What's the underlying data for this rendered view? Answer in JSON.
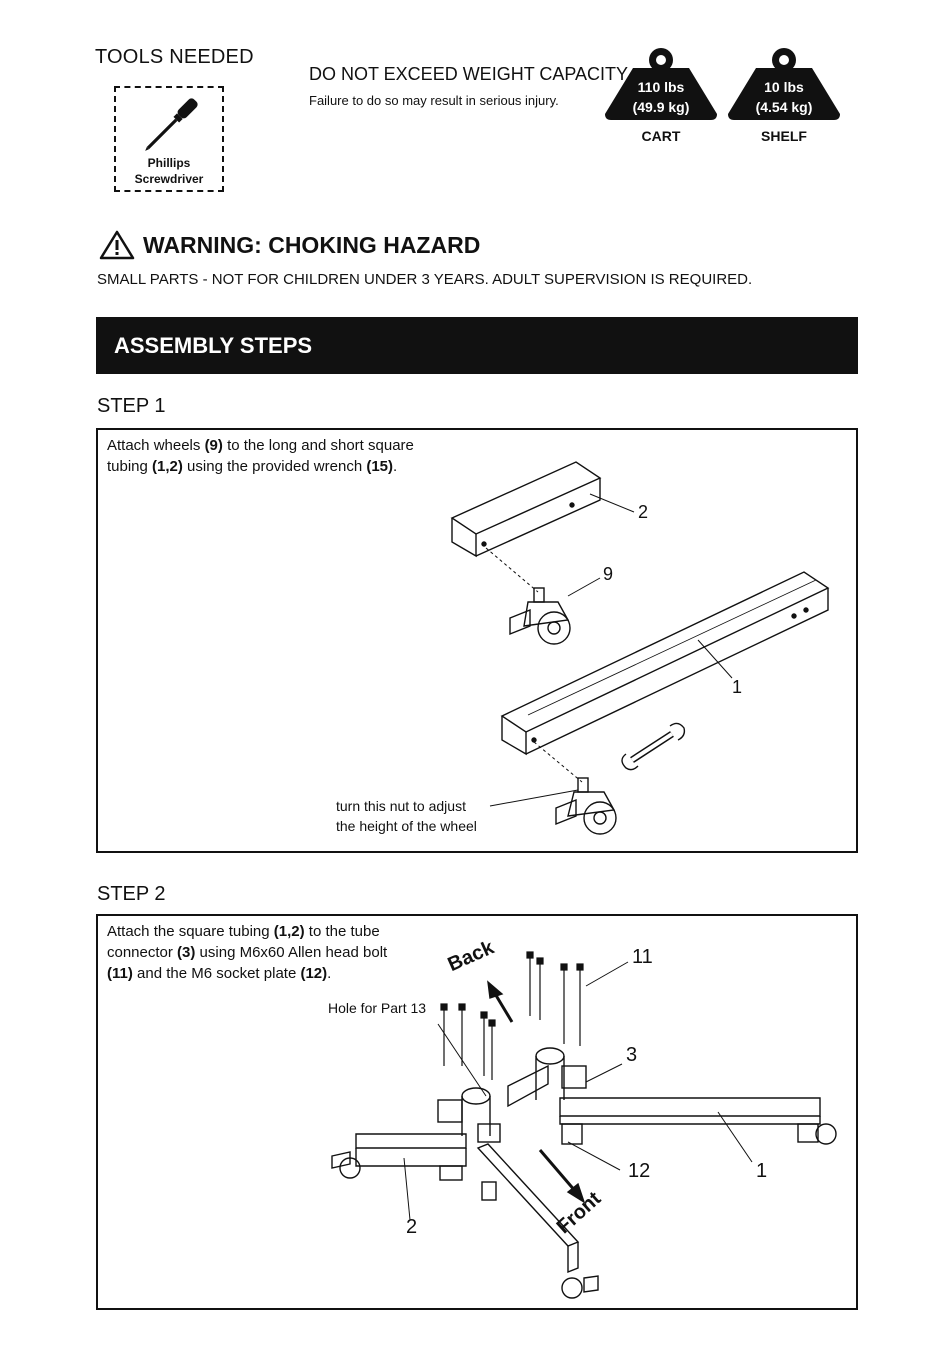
{
  "tools": {
    "title": "TOOLS NEEDED",
    "tool_line1": "Phillips",
    "tool_line2": "Screwdriver",
    "tool_icon": "screwdriver-icon"
  },
  "capacity": {
    "title": "DO NOT EXCEED WEIGHT CAPACITY.",
    "subtitle": "Failure to do so may result in serious injury.",
    "cart": {
      "lbs": "110 lbs",
      "kg": "(49.9 kg)",
      "label": "CART"
    },
    "shelf": {
      "lbs": "10 lbs",
      "kg": "(4.54 kg)",
      "label": "SHELF"
    },
    "icon": "weight-icon"
  },
  "warning": {
    "icon": "warning-triangle-icon",
    "title": "WARNING: CHOKING HAZARD",
    "text": "SMALL PARTS - NOT FOR CHILDREN UNDER 3 YEARS. ADULT SUPERVISION IS REQUIRED."
  },
  "banner": {
    "title": "ASSEMBLY STEPS"
  },
  "step1": {
    "title": "STEP 1",
    "text_a": "Attach wheels ",
    "b1": "(9)",
    "text_b": " to the long and short square",
    "text_c": "tubing ",
    "b2": "(1,2)",
    "text_d": " using the provided wrench ",
    "b3": "(15)",
    "text_e": ".",
    "callouts": [
      "2",
      "9",
      "1"
    ],
    "note_line1": "turn this nut to adjust",
    "note_line2": "the height of the wheel"
  },
  "step2": {
    "title": "STEP 2",
    "text_a": "Attach the square tubing ",
    "b1": "(1,2)",
    "text_b": " to the tube",
    "text_c": "connector ",
    "b2": "(3)",
    "text_d": " using M6x60 Allen head bolt",
    "b3": "(11)",
    "text_e": " and the M6 socket plate ",
    "b4": "(12)",
    "text_f": ".",
    "hole_label": "Hole for Part 13",
    "back_label": "Back",
    "front_label": "Front",
    "callouts": [
      "11",
      "3",
      "12",
      "1",
      "2"
    ]
  }
}
